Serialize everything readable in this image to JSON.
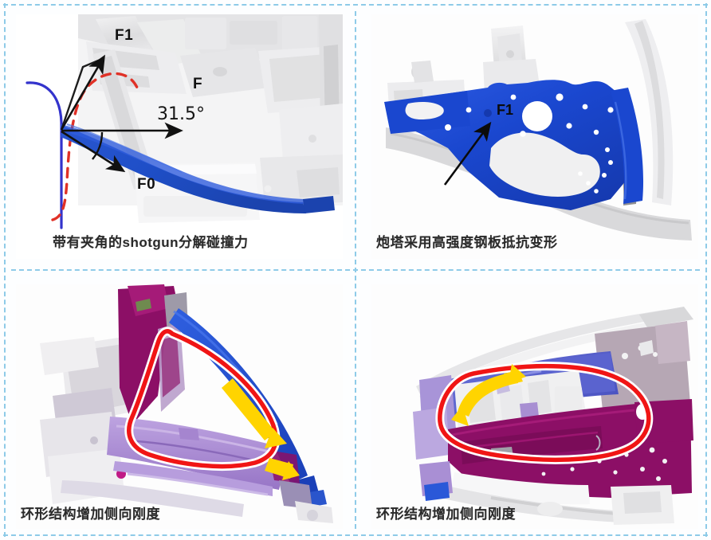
{
  "figure": {
    "layout": "2x2-panel-grid",
    "background_color": "#ffffff",
    "frame_color": "#8ecbe8",
    "frame_style": "dashed"
  },
  "palette": {
    "shotgun_blue": "#1f4fc8",
    "outline_blue": "#3333cc",
    "deformed_red": "#e03127",
    "turret_blue": "#1a47cf",
    "ring_red": "#f01515",
    "ring_white": "#ffffff",
    "arrow_yellow": "#ffd400",
    "magenta": "#8c0f66",
    "violet": "#a97fd0",
    "periwinkle": "#5a63cf",
    "grey_body": "#d7d7d9"
  },
  "panels": [
    {
      "id": "panel-shotgun-force",
      "caption": "带有夹角的shotgun分解碰撞力",
      "annotations": {
        "force_resultant": "F",
        "force_upper": "F1",
        "force_lower": "F0",
        "angle": "31.5",
        "angle_unit": "°",
        "angle_text": "31.5°"
      },
      "legend_curves": {
        "original_outline": "blue-solid-curve",
        "deformed_outline": "red-dashed-curve"
      }
    },
    {
      "id": "panel-turret-hss",
      "caption": "炮塔采用高强度钢板抵抗变形",
      "annotations": {
        "force_label": "F1"
      }
    },
    {
      "id": "panel-ring-structure-front",
      "caption": "环形结构增加侧向刚度",
      "annotations": {
        "ring_path": "closed-loop",
        "flow_markers": 2
      }
    },
    {
      "id": "panel-ring-structure-side",
      "caption": "环形结构增加侧向刚度",
      "annotations": {
        "ring_path": "closed-loop",
        "flow_markers": 2
      }
    }
  ]
}
